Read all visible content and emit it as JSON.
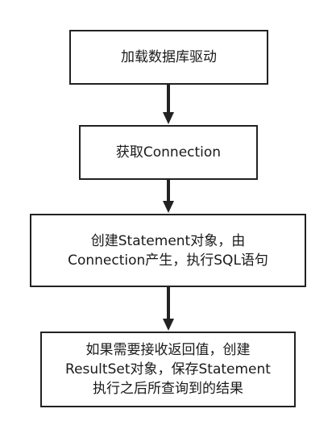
{
  "flowchart": {
    "nodes": [
      {
        "id": "load-driver",
        "lines": [
          "加载数据库驱动"
        ]
      },
      {
        "id": "get-connection",
        "lines": [
          "获取Connection"
        ]
      },
      {
        "id": "create-statement",
        "lines": [
          "创建Statement对象，由",
          "Connection产生，执行SQL语句"
        ]
      },
      {
        "id": "create-resultset",
        "lines": [
          "如果需要接收返回值，创建",
          "ResultSet对象，保存Statement",
          "执行之后所查询到的结果"
        ]
      }
    ],
    "edges": [
      {
        "from": "load-driver",
        "to": "get-connection"
      },
      {
        "from": "get-connection",
        "to": "create-statement"
      },
      {
        "from": "create-statement",
        "to": "create-resultset"
      }
    ],
    "colors": {
      "stroke": "#222222",
      "fill": "#ffffff",
      "text": "#1a1a1a",
      "background": "#ffffff"
    }
  }
}
